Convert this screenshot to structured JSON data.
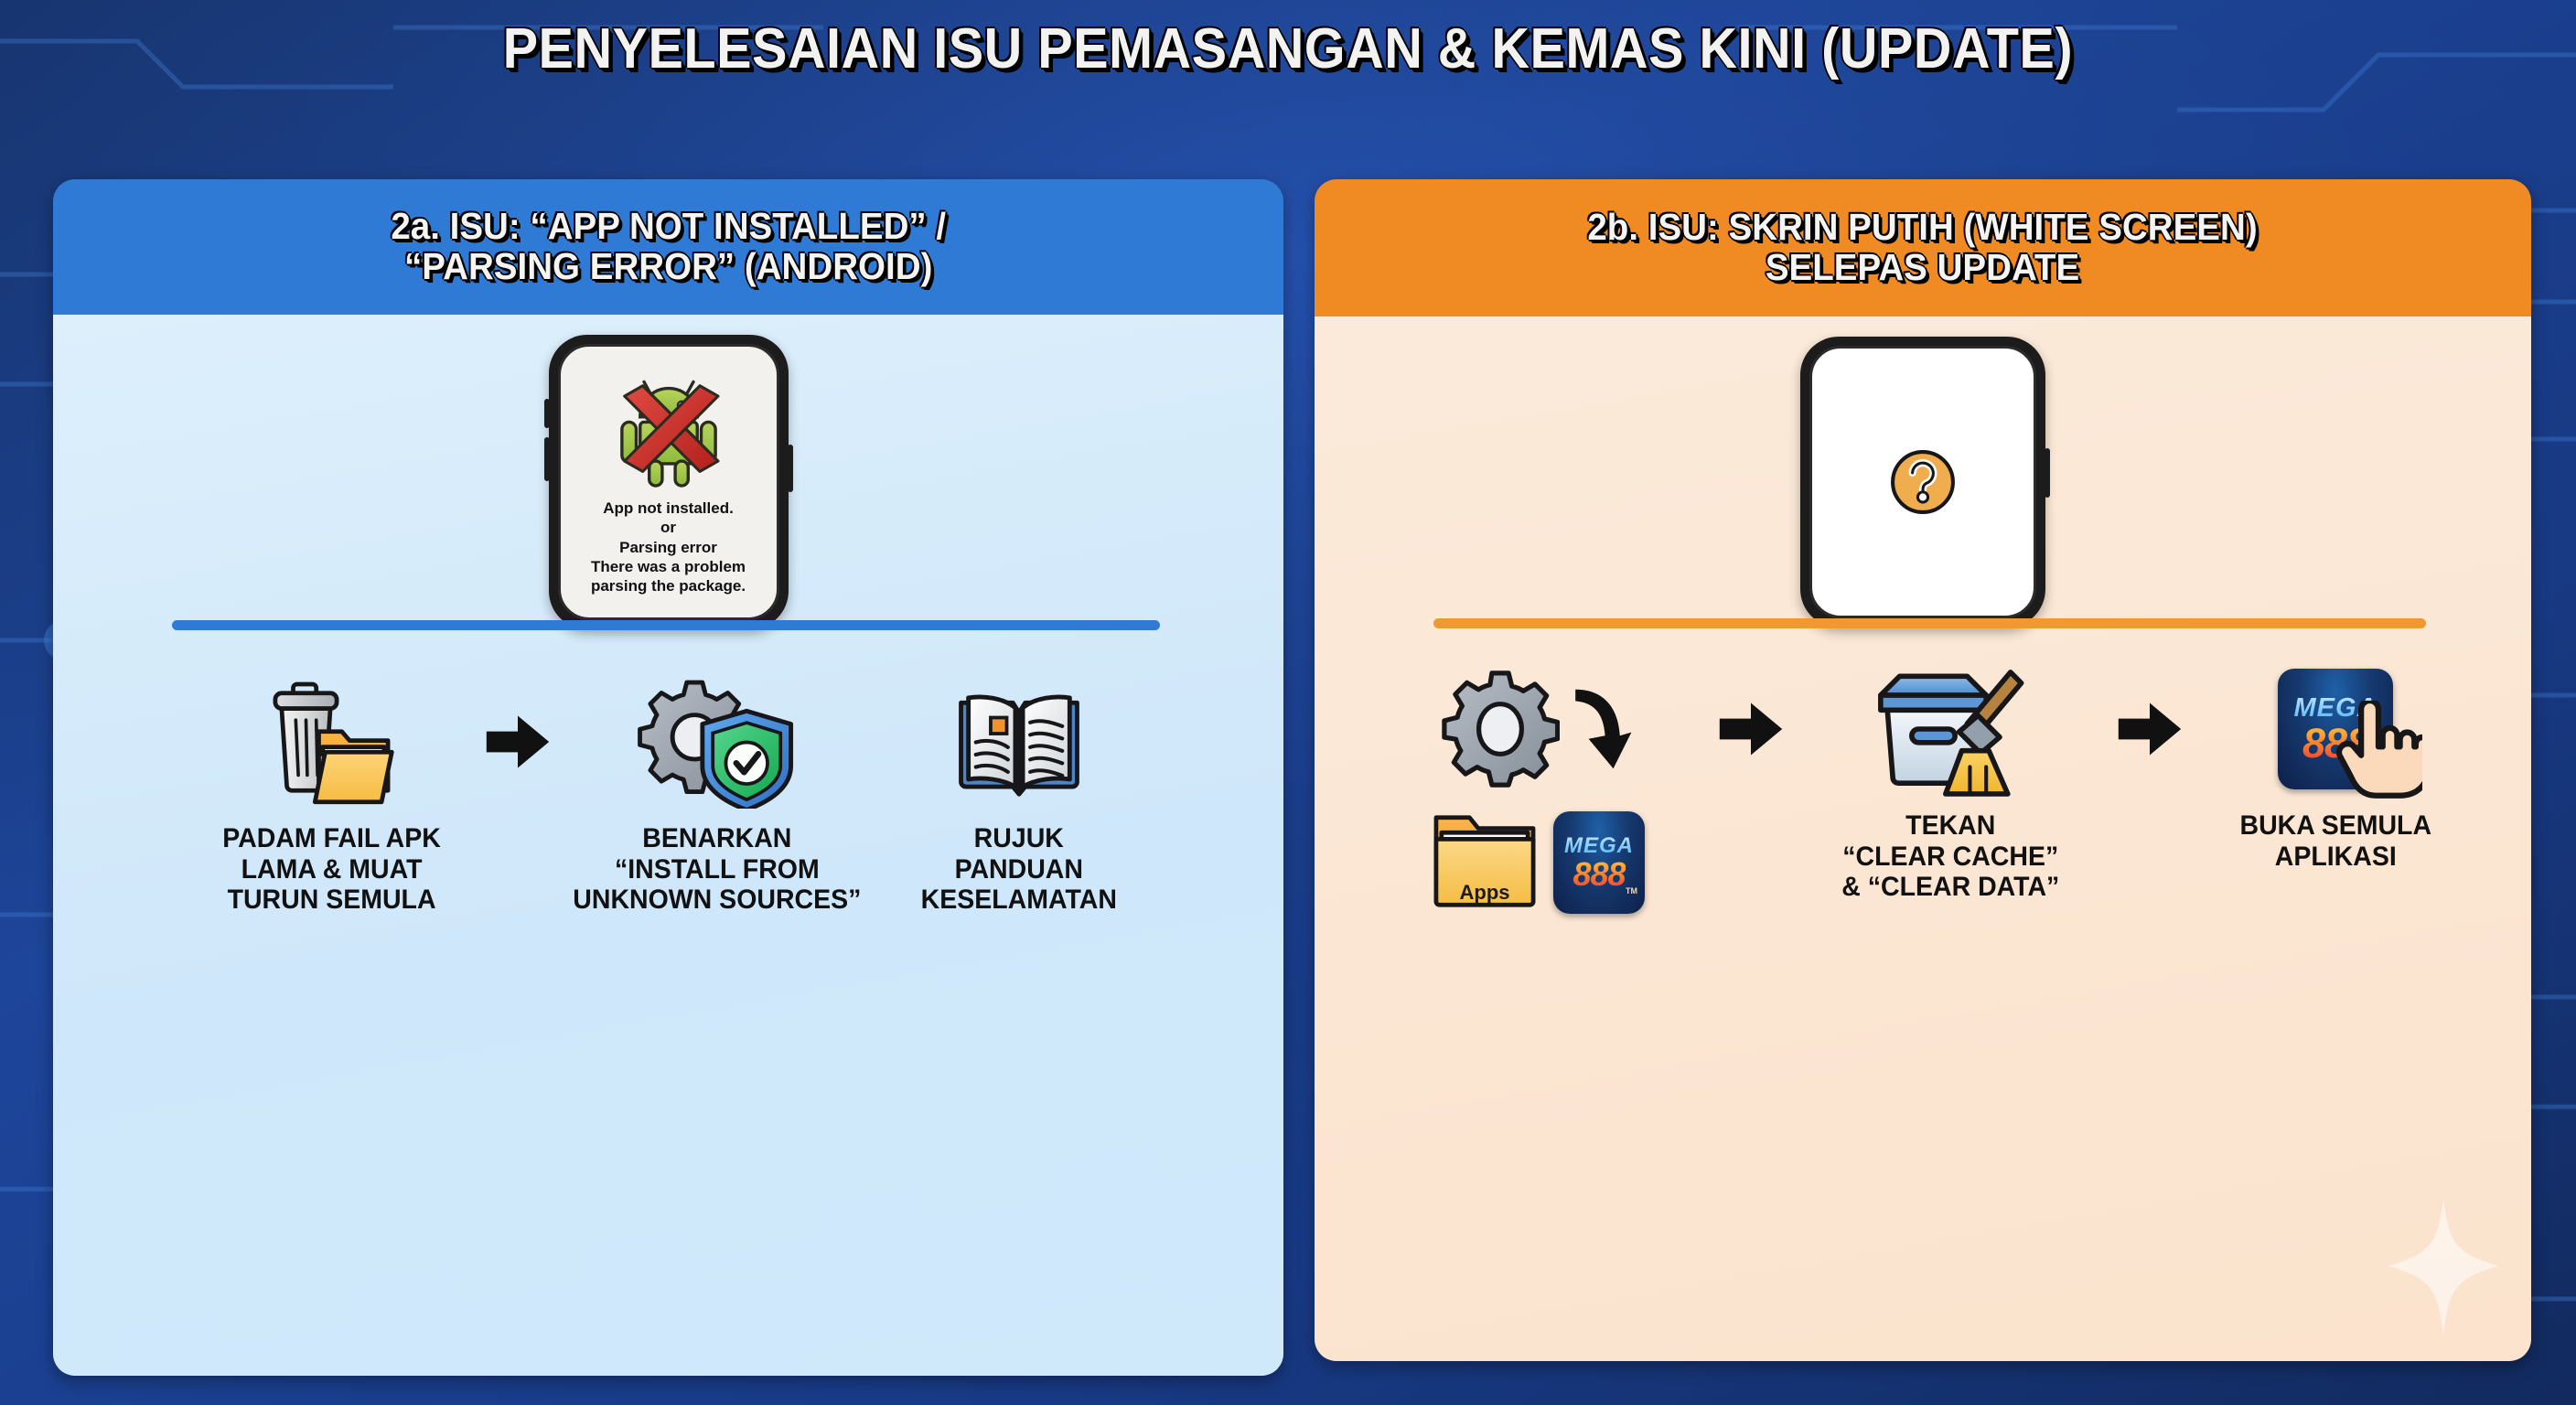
{
  "page": {
    "title": "PENYELESAIAN ISU PEMASANGAN & KEMAS KINI (UPDATE)",
    "background_color": "#14306b",
    "accent_blue": "#2f7ad4",
    "accent_orange": "#f08a22"
  },
  "panels": [
    {
      "id": "2a",
      "header": "2a. ISU: “APP NOT INSTALLED” /\n“PARSING ERROR” (ANDROID)",
      "header_color": "#2f7ad4",
      "body_color": "#cfe7fa",
      "divider_color": "#2f7ad4",
      "phone": {
        "screen_color": "#f2f1ee",
        "icon": "android-robot-crossed-out-icon",
        "error_text": "App not installed.\nor\nParsing error\nThere was a problem\nparsing the package."
      },
      "steps": [
        {
          "icons": [
            "trash-can-icon",
            "folder-icon"
          ],
          "label": "PADAM FAIL APK\nLAMA & MUAT\nTURUN SEMULA"
        },
        {
          "icons": [
            "gear-icon",
            "shield-check-icon"
          ],
          "label": "BENARKAN\n“INSTALL FROM\nUNKNOWN SOURCES”"
        },
        {
          "icons": [
            "open-book-icon"
          ],
          "label": "RUJUK\nPANDUAN\nKESELAMATAN"
        }
      ],
      "arrows": [
        "arrow-right-icon"
      ]
    },
    {
      "id": "2b",
      "header": "2b. ISU: SKRIN PUTIH (WHITE SCREEN)\nSELEPAS UPDATE",
      "header_color": "#f08a22",
      "body_color": "#fbe6d3",
      "divider_color": "#f0992e",
      "phone": {
        "screen_color": "#ffffff",
        "icon": "question-mark-circle-icon",
        "error_text": ""
      },
      "steps": [
        {
          "icons": [
            "gear-icon",
            "arrow-curve-down-icon",
            "apps-folder-icon",
            "mega888-app-icon"
          ],
          "label": "",
          "apps_folder_label": "Apps"
        },
        {
          "icons": [
            "storage-bin-icon",
            "broom-icon"
          ],
          "label": "TEKAN\n“CLEAR CACHE”\n& “CLEAR DATA”"
        },
        {
          "icons": [
            "mega888-app-icon",
            "pointing-hand-icon"
          ],
          "label": "BUKA SEMULA\nAPLIKASI"
        }
      ],
      "arrows": [
        "arrow-right-icon",
        "arrow-right-icon"
      ],
      "sparkle": "sparkle-icon"
    }
  ],
  "brand": {
    "mega_top": "MEGA",
    "mega_bottom": "888",
    "trademark": "TM"
  }
}
